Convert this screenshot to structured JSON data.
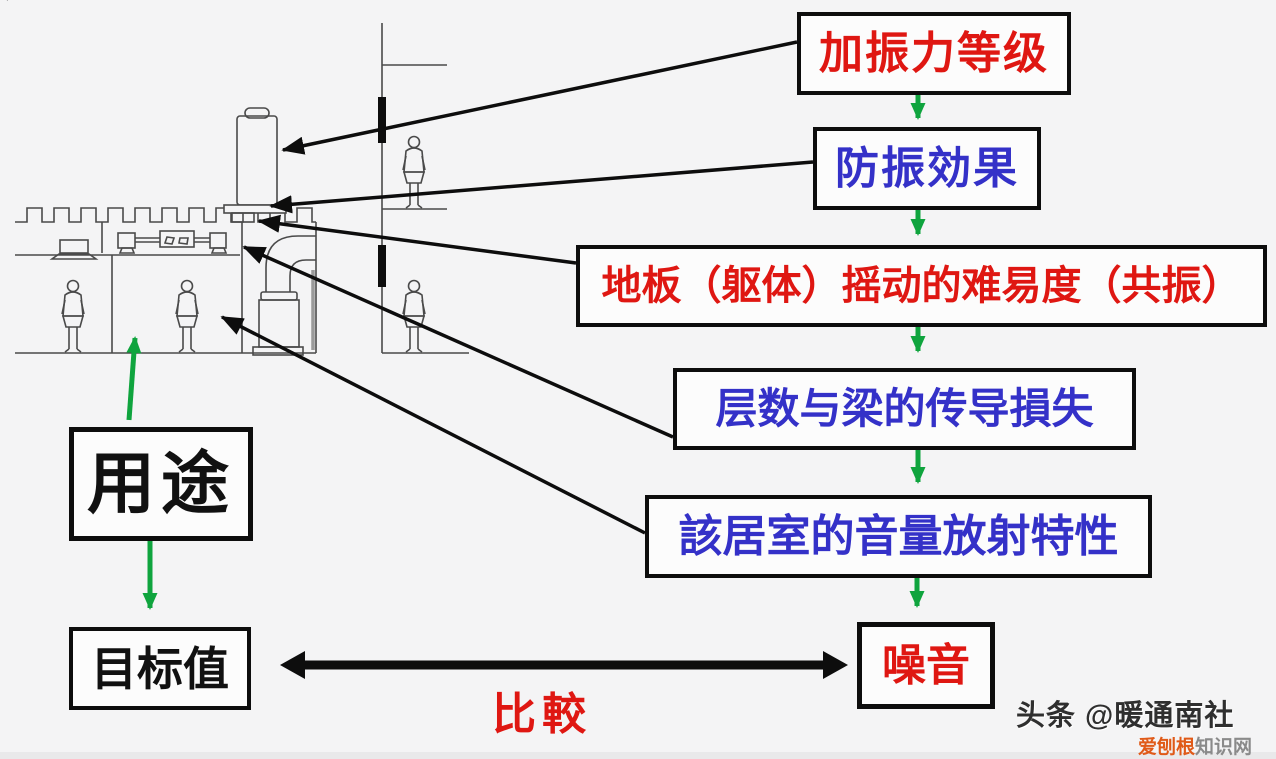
{
  "colors": {
    "accent_red": "#df1712",
    "accent_blue": "#3431c8",
    "arrow_green": "#0fa43e",
    "line_black": "#0d0d0d",
    "background": "#f4f4f5"
  },
  "flowchart": {
    "excitation_label": "加振力等级",
    "vibration_label": "防振効果",
    "floor_label": "地板（躯体）摇动的难易度（共振）",
    "loss_label": "层数与梁的传导損失",
    "room_label": "該居室的音量放射特性",
    "noise_label": "噪音"
  },
  "left_chain": {
    "usage_label": "用途",
    "target_label": "目标值",
    "compare_label": "比較"
  },
  "watermark": {
    "credit": "头条 @暖通南社",
    "brand_highlight": "爱刨根",
    "brand_suffix": "知识网"
  }
}
